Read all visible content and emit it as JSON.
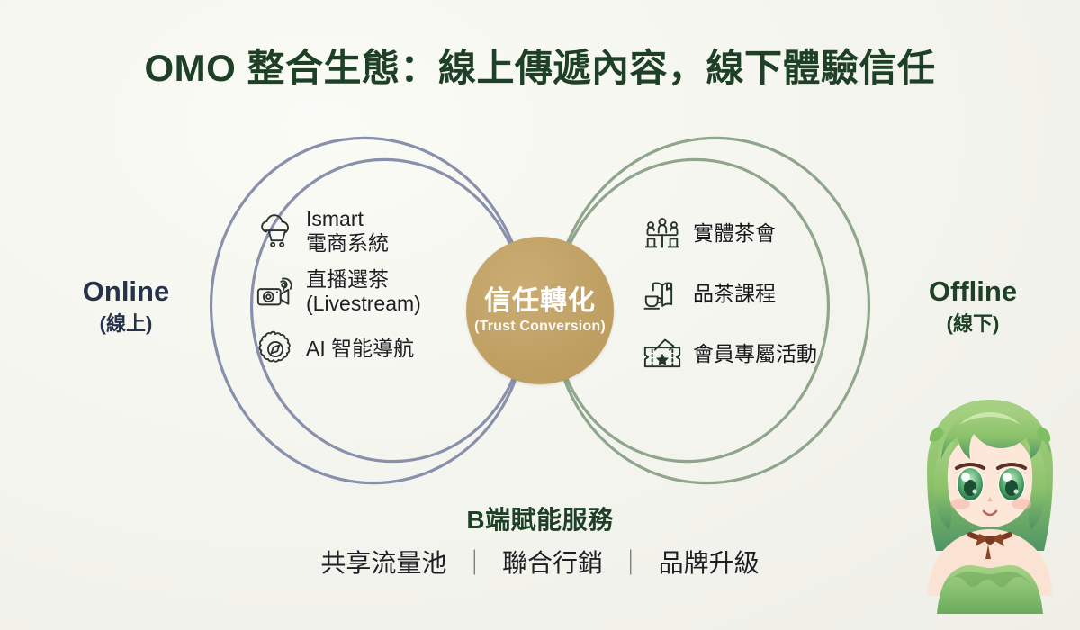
{
  "slide": {
    "title": "OMO 整合生態：線上傳遞內容，線下體驗信任",
    "background_color": "#f4f4ee",
    "title_color": "#1e4026"
  },
  "left_side": {
    "label_main": "Online",
    "label_sub": "(線上)",
    "color": "#25324a",
    "ring_color": "#8890ac",
    "items": [
      {
        "icon": "cloud-cart-icon",
        "text": "Ismart\n電商系統"
      },
      {
        "icon": "livestream-camera-icon",
        "text": "直播選茶\n(Livestream)"
      },
      {
        "icon": "brain-compass-icon",
        "text": "AI 智能導航"
      }
    ]
  },
  "right_side": {
    "label_main": "Offline",
    "label_sub": "(線下)",
    "color": "#1e4026",
    "ring_color": "#8fa58c",
    "items": [
      {
        "icon": "people-table-icon",
        "text": "實體茶會"
      },
      {
        "icon": "teacup-book-icon",
        "text": "品茶課程"
      },
      {
        "icon": "ticket-star-icon",
        "text": "會員專屬活動"
      }
    ]
  },
  "center": {
    "title": "信任轉化",
    "subtitle": "(Trust Conversion)",
    "fill_color": "#c0a063",
    "text_color": "#ffffff"
  },
  "footer": {
    "heading": "B端賦能服務",
    "items": [
      "共享流量池",
      "聯合行銷",
      "品牌升級"
    ],
    "separator": "｜",
    "heading_color": "#1e4026"
  },
  "mascot": {
    "name": "tea-leaf-girl-mascot",
    "hair_color": "#8cc26a",
    "hair_shadow": "#4f9465",
    "eye_color": "#3f9a5e",
    "skin_color": "#fbe3d4",
    "ribbon_color": "#7a3a22",
    "dress_color": "#8fc470"
  }
}
